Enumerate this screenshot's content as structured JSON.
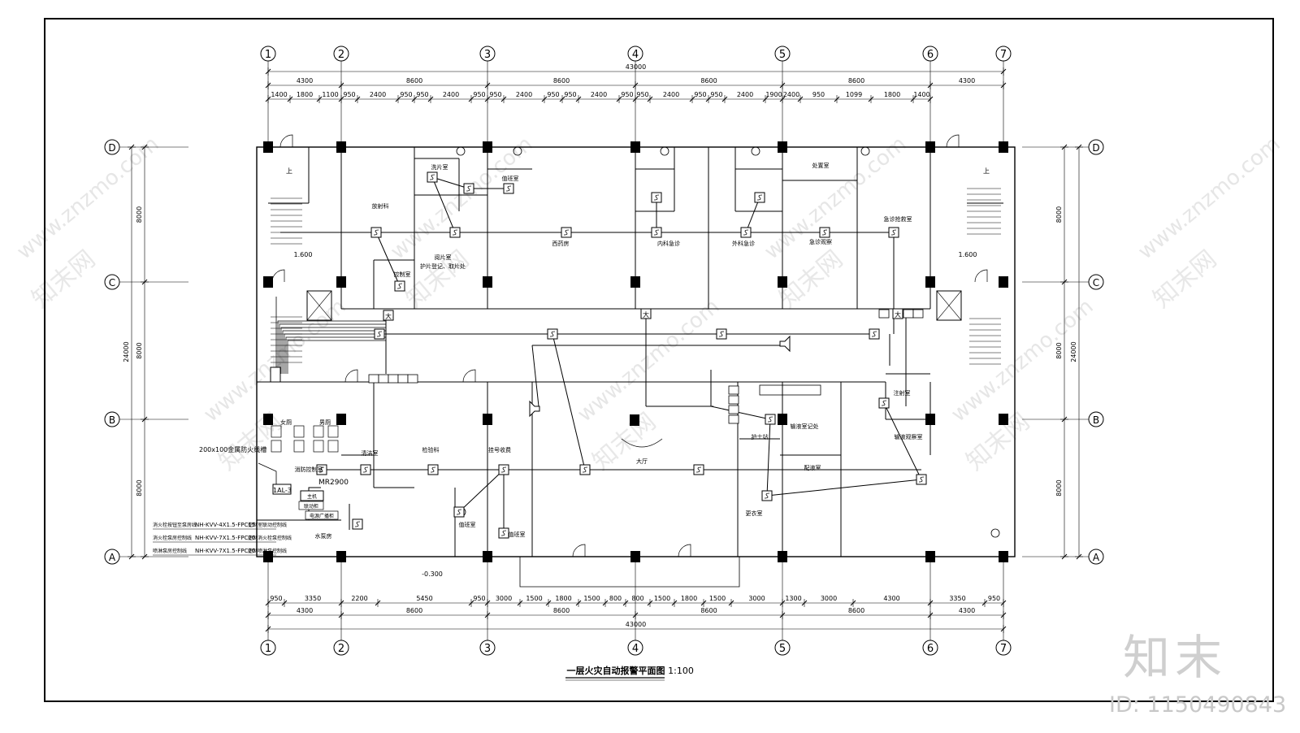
{
  "title": "一层火灾自动报警平面图",
  "scale": "1:100",
  "axes": {
    "columns": [
      "1",
      "2",
      "3",
      "4",
      "5",
      "6",
      "7"
    ],
    "rows": [
      "D",
      "C",
      "B",
      "A"
    ]
  },
  "dims": {
    "total_width": "43000",
    "top_bays": [
      "4300",
      "8600",
      "8600",
      "8600",
      "8600",
      "4300"
    ],
    "top_detail": [
      "1400",
      "1800",
      "1100",
      "950",
      "2400",
      "950",
      "950",
      "2400",
      "950",
      "950",
      "2400",
      "950",
      "950",
      "2400",
      "950",
      "950",
      "2400",
      "950",
      "950",
      "2400",
      "1900",
      "2400",
      "950",
      "1099",
      "1800",
      "1400"
    ],
    "bottom_detail": [
      "950",
      "3350",
      "2200",
      "5450",
      "950",
      "3000",
      "1500",
      "1800",
      "1500",
      "800",
      "800",
      "1500",
      "1800",
      "1500",
      "3000",
      "1300",
      "3000",
      "4300",
      "3350",
      "950"
    ],
    "bottom_bays": [
      "4300",
      "8600",
      "8600",
      "8600",
      "8600",
      "4300"
    ],
    "side_bays": [
      "8000",
      "8000",
      "8000"
    ],
    "total_height": "24000"
  },
  "rooms": {
    "r1": "放射科",
    "r2": "洗片室",
    "r3": "值班室",
    "r4": "阅片室",
    "r4b": "护片登记、取片处",
    "r5": "西药房",
    "r6": "内科急诊",
    "r7": "外科急诊",
    "r8": "急诊观察",
    "r9": "处置室",
    "r10": "急诊抢救室",
    "r11": "控制室",
    "r12": "女厕",
    "r13": "男厕",
    "r14": "消防控制室",
    "r15": "清洁室",
    "r16": "检验科",
    "r17": "挂号收费",
    "r18": "大厅",
    "r19": "护士站",
    "r20": "输液室记处",
    "r21": "配液室",
    "r22": "输液观察室",
    "r23": "注射室",
    "r24": "更衣室",
    "r25": "值班室",
    "r26": "值班室",
    "r27": "水泵房"
  },
  "labels": {
    "up1": "上",
    "up2": "上",
    "elev1": "1.600",
    "elev2": "1.600",
    "elev3": "-0.300",
    "tray": "200x100金属防火线槽",
    "mr": "MR2900",
    "panel": "1AL-3",
    "host": "主机",
    "host2": "联动柜",
    "host3": "电源广播柜",
    "cable1_a": "消火栓按钮至泵房线",
    "cable1_b": "NH-KVV-4X1.5-FPC15",
    "cable1_c": "控制室联动控制线",
    "cable2_a": "消火栓泵房控制线",
    "cable2_b": "NH-KVV-7X1.5-FPC20",
    "cable2_c": "控制消火栓泵控制线",
    "cable3_a": "喷淋泵房控制线",
    "cable3_b": "NH-KVV-7X1.5-FPC20",
    "cable3_c": "控制喷淋泵控制线"
  },
  "watermark": {
    "brand": "知末",
    "id": "ID: 1150490843",
    "site": "www.znzmo.com",
    "mark": "知末网"
  }
}
